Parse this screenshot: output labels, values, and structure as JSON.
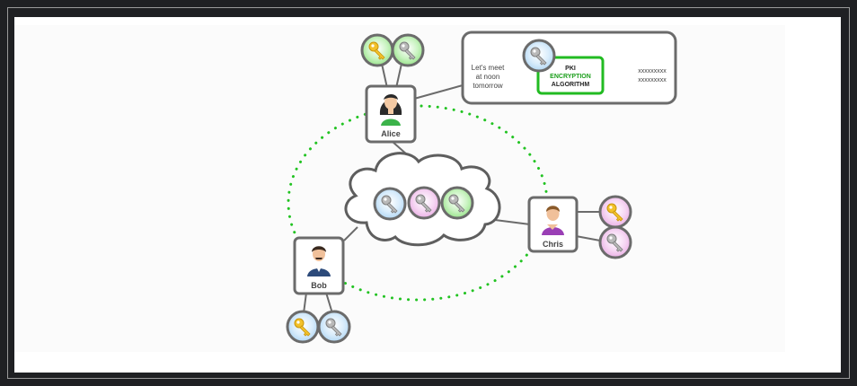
{
  "people": {
    "alice": "Alice",
    "bob": "Bob",
    "chris": "Chris"
  },
  "message": {
    "plaintext_line1": "Let's meet",
    "plaintext_line2": "at noon",
    "plaintext_line3": "tomorrow",
    "algorithm_line1": "PKI",
    "algorithm_line2": "ENCRYPTION",
    "algorithm_line3": "ALGORITHM",
    "ciphertext_line1": "xxxxxxxxx",
    "ciphertext_line2": "xxxxxxxxx"
  },
  "colors": {
    "box_border": "#6b6b6b",
    "dotted_ring": "#22c322",
    "algorithm_border": "#22bb22",
    "algorithm_text": "#1a9e1a",
    "key_gold": "#e8b51a",
    "key_silver": "#9a9a9a",
    "bubble_green": "#bff0b8",
    "bubble_blue": "#cfe6f8",
    "bubble_pink": "#f3c9ee"
  },
  "icons": {
    "private_key": "gold-key-icon",
    "public_key": "silver-key-icon"
  }
}
